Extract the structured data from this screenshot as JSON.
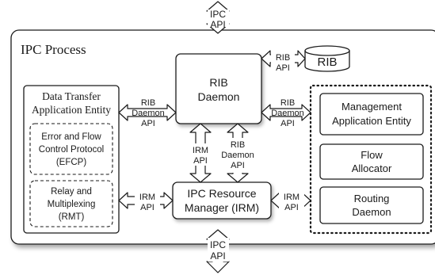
{
  "ipc_api_top": [
    "IPC",
    "API"
  ],
  "ipc_api_bottom": [
    "IPC",
    "API"
  ],
  "process_title": "IPC Process",
  "rib_store": "RIB",
  "rib_daemon": [
    "RIB",
    "Daemon"
  ],
  "dtae": {
    "title": [
      "Data Transfer",
      "Application Entity"
    ],
    "efcp": [
      "Error and Flow",
      "Control Protocol",
      "(EFCP)"
    ],
    "rmt": [
      "Relay and",
      "Multiplexing",
      "(RMT)"
    ]
  },
  "irm": [
    "IPC Resource",
    "Manager (IRM)"
  ],
  "management": {
    "mae": [
      "Management",
      "Application Entity"
    ],
    "flow_allocator": [
      "Flow",
      "Allocator"
    ],
    "routing": [
      "Routing",
      "Daemon"
    ]
  },
  "links": {
    "rib_api_top": [
      "RIB",
      "API"
    ],
    "rib_daemon_api_left": [
      "RIB",
      "Daemon",
      "API"
    ],
    "rib_daemon_api_right": [
      "RIB",
      "Daemon",
      "API"
    ],
    "irm_api_vertical": [
      "IRM",
      "API"
    ],
    "rib_daemon_api_vertical": [
      "RIB",
      "Daemon",
      "API"
    ],
    "irm_api_left": [
      "IRM",
      "API"
    ],
    "irm_api_right": [
      "IRM",
      "API"
    ]
  }
}
